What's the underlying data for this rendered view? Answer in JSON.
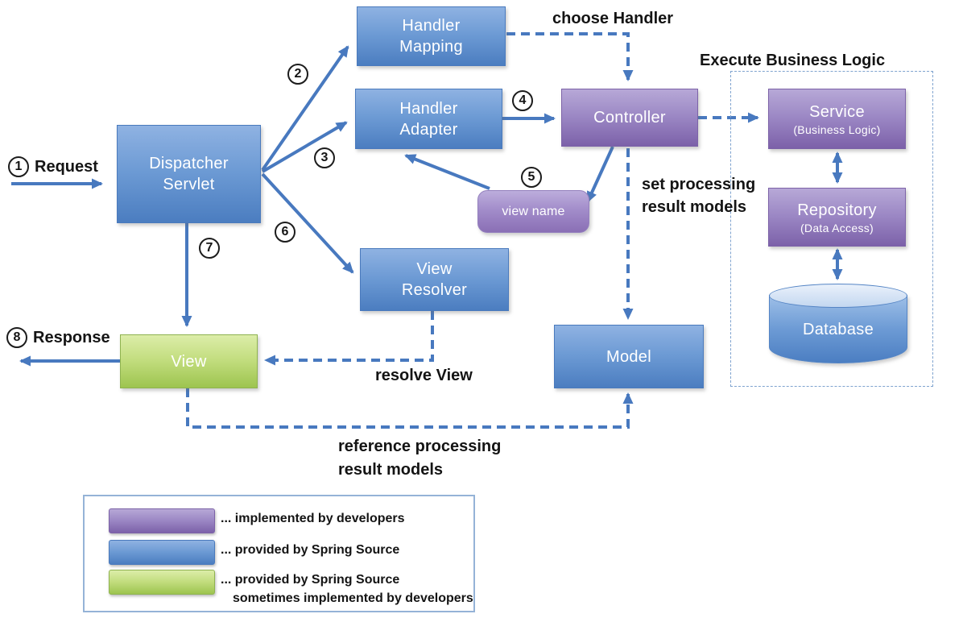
{
  "labels": {
    "request": {
      "num": "1",
      "text": "Request"
    },
    "response": {
      "num": "8",
      "text": "Response"
    },
    "choose_handler": "choose Handler",
    "execute_business_logic": "Execute Business Logic",
    "set_processing_line1": "set processing",
    "set_processing_line2": "result models",
    "resolve_view": "resolve View",
    "reference_line1": "reference processing",
    "reference_line2": "result models"
  },
  "steps": {
    "s2": "2",
    "s3": "3",
    "s4": "4",
    "s5": "5",
    "s6": "6",
    "s7": "7"
  },
  "nodes": {
    "dispatcher_servlet": {
      "line1": "Dispatcher",
      "line2": "Servlet"
    },
    "handler_mapping": {
      "line1": "Handler",
      "line2": "Mapping"
    },
    "handler_adapter": {
      "line1": "Handler",
      "line2": "Adapter"
    },
    "controller": {
      "line1": "Controller"
    },
    "view_name": {
      "line1": "view name"
    },
    "service": {
      "line1": "Service",
      "line2": "(Business Logic)"
    },
    "repository": {
      "line1": "Repository",
      "line2": "(Data Access)"
    },
    "database": {
      "line1": "Database"
    },
    "view_resolver": {
      "line1": "View",
      "line2": "Resolver"
    },
    "view": {
      "line1": "View"
    },
    "model": {
      "line1": "Model"
    }
  },
  "legend": {
    "items": [
      {
        "color_name": "purple",
        "lines": [
          "... implemented by developers"
        ]
      },
      {
        "color_name": "blue",
        "lines": [
          "... provided by Spring Source"
        ]
      },
      {
        "color_name": "green",
        "lines": [
          "... provided by Spring Source",
          "sometimes implemented by developers"
        ]
      }
    ]
  },
  "colors": {
    "spring_blue": "#4F81BD",
    "developer_purple": "#8064A2",
    "spring_green": "#9BBB59",
    "arrow_blue": "#4879BF"
  }
}
